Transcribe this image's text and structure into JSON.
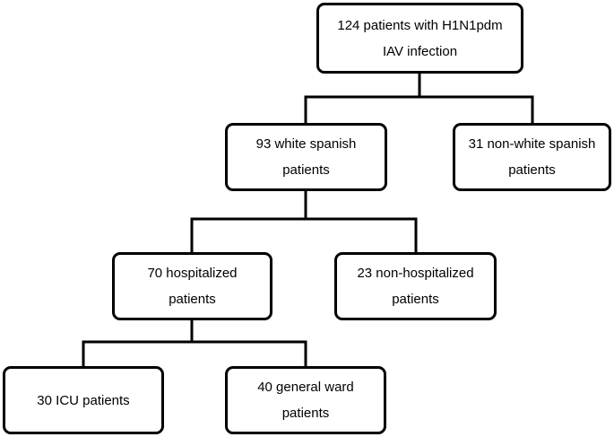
{
  "diagram": {
    "nodes": {
      "root": "124 patients with H1N1pdm\nIAV infection",
      "white_spanish": "93  white spanish\npatients",
      "non_white_spanish": "31 non-white spanish\npatients",
      "hospitalized": "70 hospitalized\npatients",
      "non_hospitalized": "23 non-hospitalized\npatients",
      "icu": "30 ICU patients",
      "general_ward": "40 general ward\npatients"
    },
    "edges": [
      {
        "from": "root",
        "to": [
          "white_spanish",
          "non_white_spanish"
        ]
      },
      {
        "from": "white_spanish",
        "to": [
          "hospitalized",
          "non_hospitalized"
        ]
      },
      {
        "from": "hospitalized",
        "to": [
          "icu",
          "general_ward"
        ]
      }
    ],
    "colors": {
      "stroke": "#000000",
      "background": "#ffffff"
    }
  }
}
